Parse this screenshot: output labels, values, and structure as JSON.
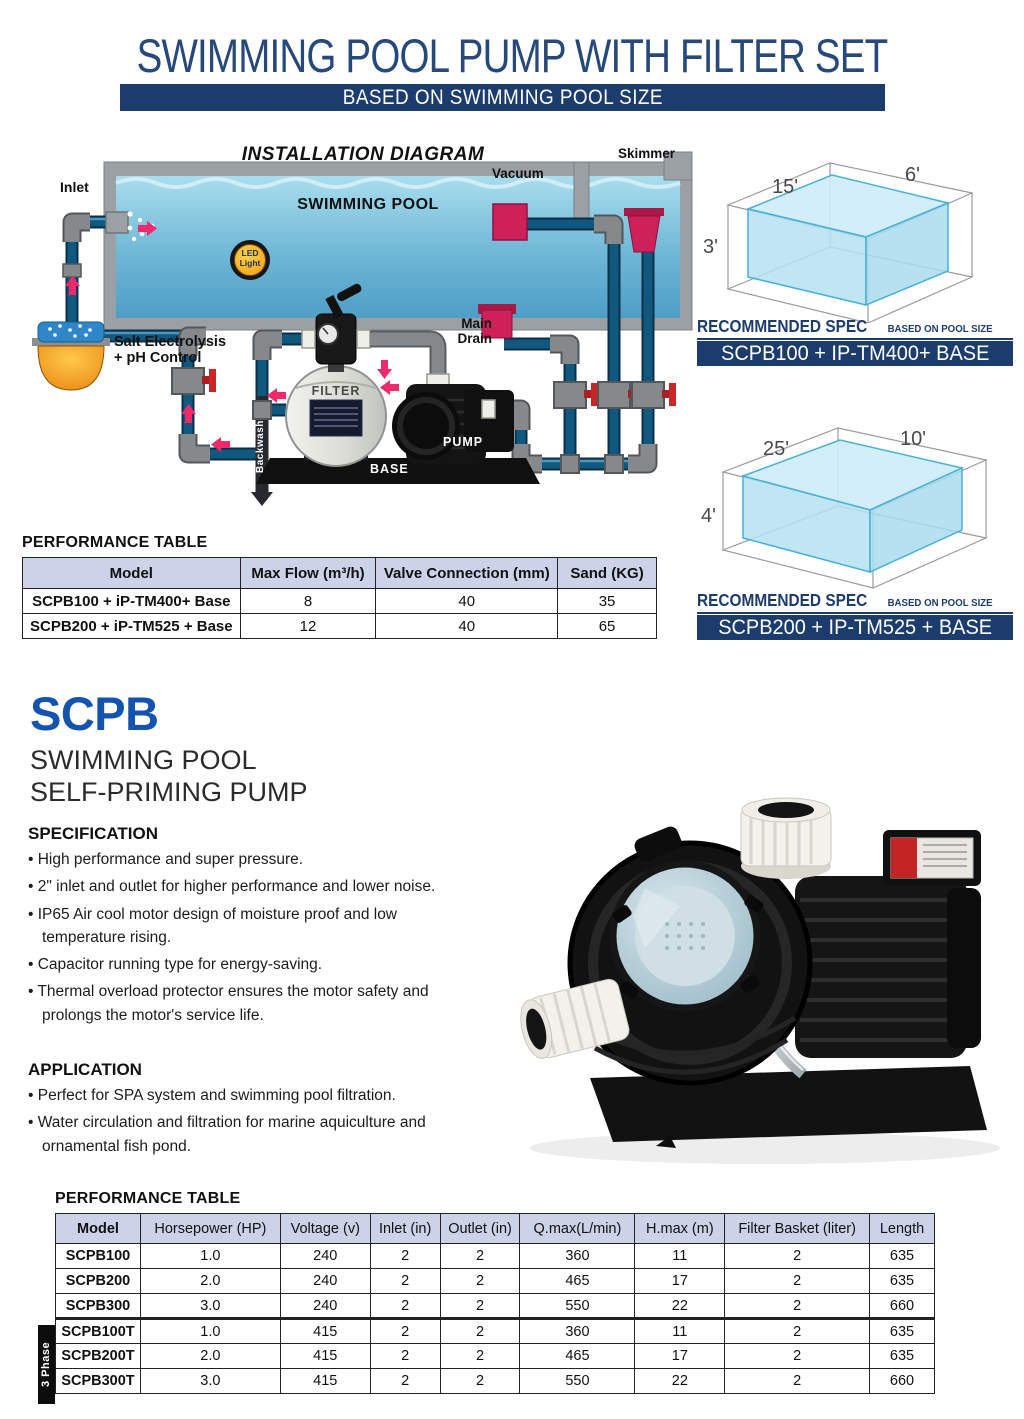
{
  "header": {
    "title": "SWIMMING POOL PUMP WITH FILTER SET",
    "subtitle": "BASED ON SWIMMING POOL SIZE"
  },
  "diagram": {
    "title": "INSTALLATION DIAGRAM",
    "pool_label": "SWIMMING POOL",
    "inlet": "Inlet",
    "vacuum": "Vacuum",
    "skimmer": "Skimmer",
    "main_drain": "Main\nDrain",
    "salt": "Salt Electrolysis\n+ pH Control",
    "led": "LED\nLight",
    "filter": "FILTER",
    "pump": "PUMP",
    "base": "BASE",
    "backwash": "Backwash"
  },
  "specs": [
    {
      "length": "15'",
      "width": "6'",
      "depth": "3'",
      "heading": "RECOMMENDED SPEC",
      "heading_note": "BASED ON POOL SIZE",
      "model": "SCPB100 + IP-TM400+ BASE"
    },
    {
      "length": "25'",
      "width": "10'",
      "depth": "4'",
      "heading": "RECOMMENDED SPEC",
      "heading_note": "BASED ON POOL SIZE",
      "model": "SCPB200 + IP-TM525 + BASE"
    }
  ],
  "filter_table": {
    "title": "PERFORMANCE TABLE",
    "headers": [
      "Model",
      "Max Flow (m³/h)",
      "Valve Connection (mm)",
      "Sand (KG)"
    ],
    "rows": [
      [
        "SCPB100 + iP-TM400+ Base",
        "8",
        "40",
        "35"
      ],
      [
        "SCPB200 + iP-TM525 + Base",
        "12",
        "40",
        "65"
      ]
    ]
  },
  "product": {
    "name": "SCPB",
    "tagline": "SWIMMING POOL\nSELF-PRIMING PUMP",
    "spec_title": "SPECIFICATION",
    "spec_items": [
      "High performance and super pressure.",
      "2\" inlet and outlet for higher performance and lower noise.",
      "IP65 Air cool motor design of moisture proof and low temperature rising.",
      "Capacitor running type for energy-saving.",
      "Thermal overload protector ensures the motor safety and prolongs the motor's service life."
    ],
    "app_title": "APPLICATION",
    "app_items": [
      "Perfect for SPA system and swimming pool filtration.",
      "Water circulation and filtration for marine aquiculture and ornamental fish pond."
    ]
  },
  "pump_table": {
    "title": "PERFORMANCE TABLE",
    "headers": [
      "Model",
      "Horsepower (HP)",
      "Voltage (v)",
      "Inlet (in)",
      "Outlet (in)",
      "Q.max(L/min)",
      "H.max (m)",
      "Filter Basket (liter)",
      "Length"
    ],
    "rows_single": [
      [
        "SCPB100",
        "1.0",
        "240",
        "2",
        "2",
        "360",
        "11",
        "2",
        "635"
      ],
      [
        "SCPB200",
        "2.0",
        "240",
        "2",
        "2",
        "465",
        "17",
        "2",
        "635"
      ],
      [
        "SCPB300",
        "3.0",
        "240",
        "2",
        "2",
        "550",
        "22",
        "2",
        "660"
      ]
    ],
    "phase_label": "3 Phase",
    "rows_three_phase": [
      [
        "SCPB100T",
        "1.0",
        "415",
        "2",
        "2",
        "360",
        "11",
        "2",
        "635"
      ],
      [
        "SCPB200T",
        "2.0",
        "415",
        "2",
        "2",
        "465",
        "17",
        "2",
        "635"
      ],
      [
        "SCPB300T",
        "3.0",
        "415",
        "2",
        "2",
        "550",
        "22",
        "2",
        "660"
      ]
    ]
  },
  "colors": {
    "navy": "#1d3c6e",
    "accent_blue": "#1453ae",
    "table_header_bg": "#ccd3e8",
    "pipe_blue": "#11587f",
    "crimson": "#cf2159",
    "pink_arrow": "#ee2a6d"
  }
}
